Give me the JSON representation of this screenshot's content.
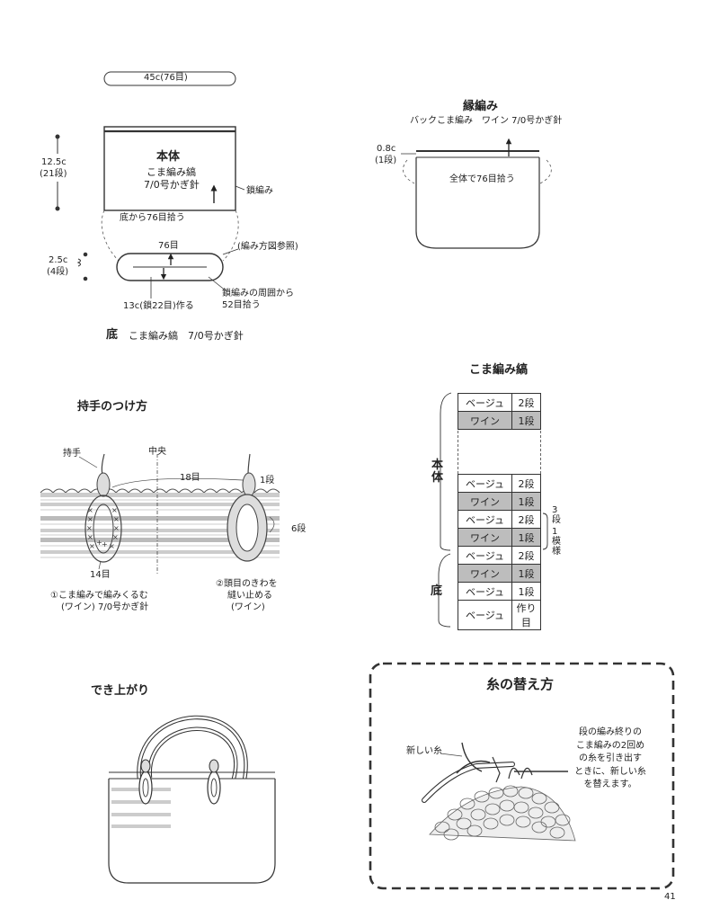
{
  "top_left": {
    "width_label": "45c(76目)",
    "height_label_1": "12.5c",
    "height_label_2": "(21段)",
    "body_title": "本体",
    "body_line_1": "こま編み縞",
    "body_line_2": "7/0号かぎ針",
    "slip_label": "鎖編み",
    "pickup_label": "底から76目拾う",
    "base_stitches": "76目",
    "ref_label": "(編み方図参照)",
    "base_height_1": "2.5c",
    "base_height_2": "(4段)",
    "chain_around_1": "鎖編みの周囲から",
    "chain_around_2": "52目拾う",
    "base_chain": "13c(鎖22目)作る",
    "bottom_title": "底",
    "bottom_desc": "こま編み縞　7/0号かぎ針"
  },
  "edge": {
    "title": "縁編み",
    "desc": "バックこま編み　ワイン 7/0号かぎ針",
    "height_1": "0.8c",
    "height_2": "(1段)",
    "pickup": "全体で76目拾う"
  },
  "handle": {
    "title": "持手のつけ方",
    "label_handle": "持手",
    "label_center": "中央",
    "label_18": "18目",
    "label_1row": "1段",
    "label_6rows": "6段",
    "label_14": "14目",
    "step1_a": "①こま編みで編みくるむ",
    "step1_b": "(ワイン) 7/0号かぎ針",
    "step2_a": "②頭目のきわを",
    "step2_b": "縫い止める",
    "step2_c": "(ワイン)"
  },
  "stripe": {
    "title": "こま編み縞",
    "body_label": "本体",
    "bottom_label": "底",
    "repeat_label_1": "3段",
    "repeat_label_2": "1模様",
    "rows_top": [
      {
        "color": "ベージュ",
        "rows": "2段",
        "shade": false
      },
      {
        "color": "ワイン",
        "rows": "1段",
        "shade": true
      }
    ],
    "rows_body": [
      {
        "color": "ベージュ",
        "rows": "2段",
        "shade": false
      },
      {
        "color": "ワイン",
        "rows": "1段",
        "shade": true
      },
      {
        "color": "ベージュ",
        "rows": "2段",
        "shade": false
      },
      {
        "color": "ワイン",
        "rows": "1段",
        "shade": true
      }
    ],
    "rows_bottom": [
      {
        "color": "ベージュ",
        "rows": "2段",
        "shade": false
      },
      {
        "color": "ワイン",
        "rows": "1段",
        "shade": true
      },
      {
        "color": "ベージュ",
        "rows": "1段",
        "shade": false
      },
      {
        "color": "ベージュ",
        "rows": "作り目",
        "shade": false
      }
    ]
  },
  "finished": {
    "title": "でき上がり"
  },
  "yarn_change": {
    "title": "糸の替え方",
    "new_yarn": "新しい糸",
    "desc_1": "段の編み終りの",
    "desc_2": "こま編みの2回め",
    "desc_3": "の糸を引き出す",
    "desc_4": "ときに、新しい糸",
    "desc_5": "を替えます。"
  },
  "page_number": "41"
}
